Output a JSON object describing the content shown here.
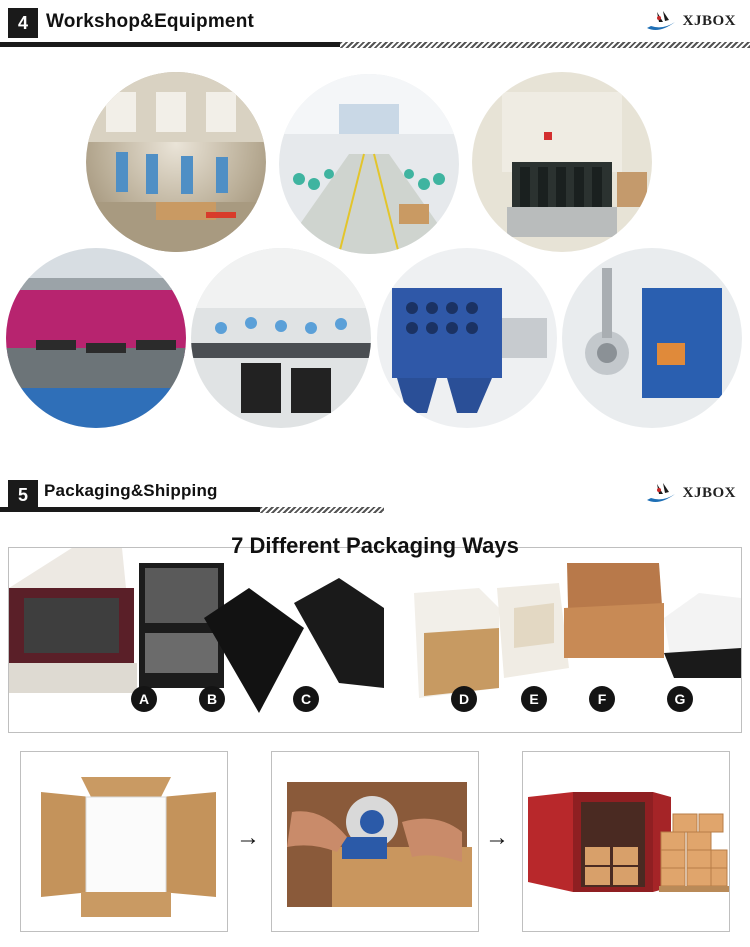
{
  "section4": {
    "number": "4",
    "title": "Workshop&Equipment"
  },
  "section5": {
    "number": "5",
    "title": "Packaging&Shipping"
  },
  "brand": {
    "name": "XJBOX",
    "logo_icon": "bird-swoosh-logo"
  },
  "packaging": {
    "title": "7 Different Packaging Ways",
    "labels": [
      "A",
      "B",
      "C",
      "D",
      "E",
      "F",
      "G"
    ]
  },
  "shipping_steps": {
    "arrow1": "→",
    "arrow2": "→"
  },
  "colors": {
    "accent_dark": "#1a1a1a",
    "logo_blue": "#1e6fb5"
  }
}
